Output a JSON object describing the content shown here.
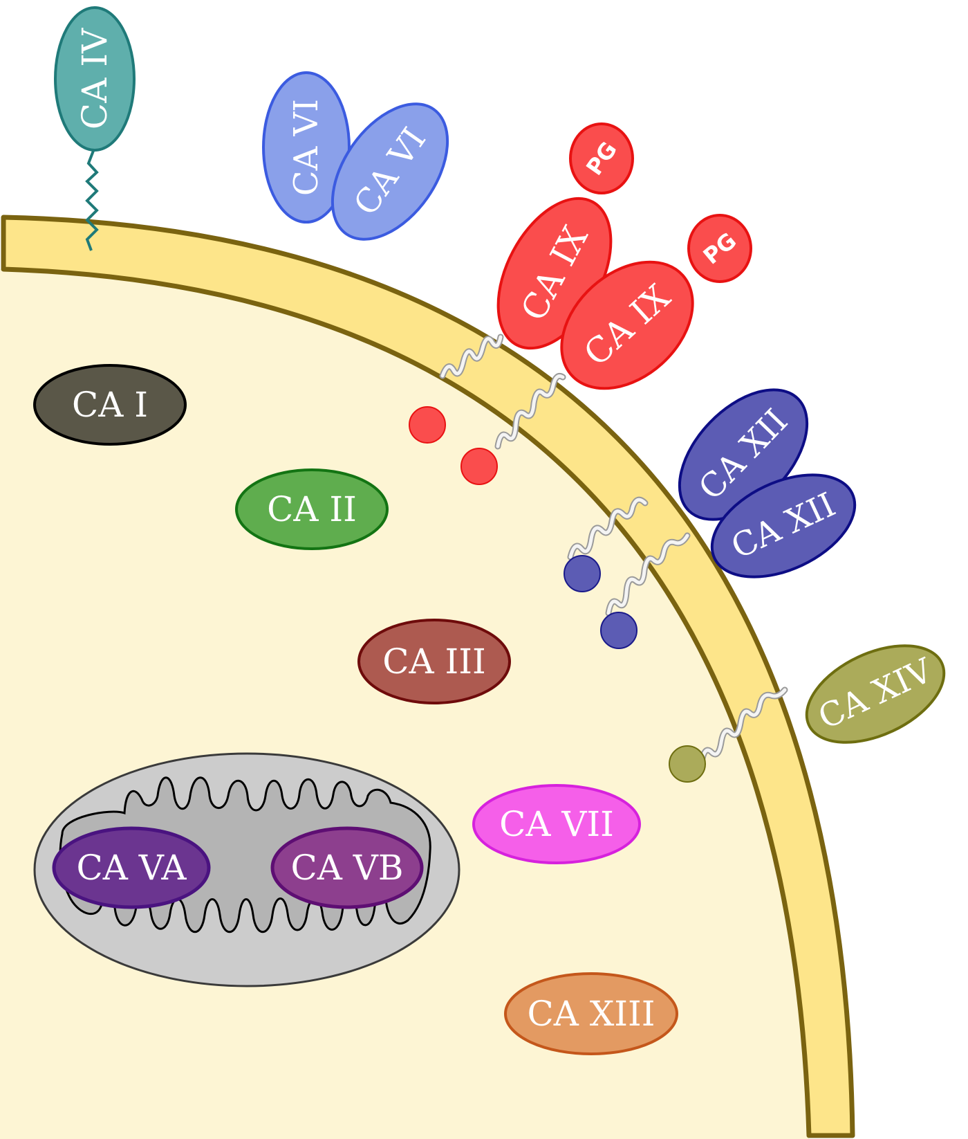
{
  "labels": {
    "ca1": "CA I",
    "ca2": "CA II",
    "ca3": "CA III",
    "ca4": "CA IV",
    "ca6": "CA VI",
    "ca7": "CA VII",
    "ca9": "CA IX",
    "ca12": "CA XII",
    "ca13": "CA XIII",
    "ca14": "CA XIV",
    "ca5a": "CA VA",
    "ca5b": "CA VB",
    "pg": "PG"
  },
  "colors": {
    "cytoplasm": "#fdf5d4",
    "membrane_fill": "#fde58a",
    "membrane_stroke": "#7a6310",
    "ca1": "#5a5748",
    "ca2": "#5fad4e",
    "ca3": "#ad5a50",
    "ca4": "#5fafac",
    "ca6": "#8aa0ea",
    "ca7": "#f55fe9",
    "ca9": "#fa4d4d",
    "ca12": "#5c5cb4",
    "ca13": "#e39a62",
    "ca14": "#abab5a",
    "ca5a": "#6b3590",
    "ca5b": "#8d3f8e",
    "mitochondrion": "#cccccc",
    "cristae": "#b4b4b4"
  }
}
